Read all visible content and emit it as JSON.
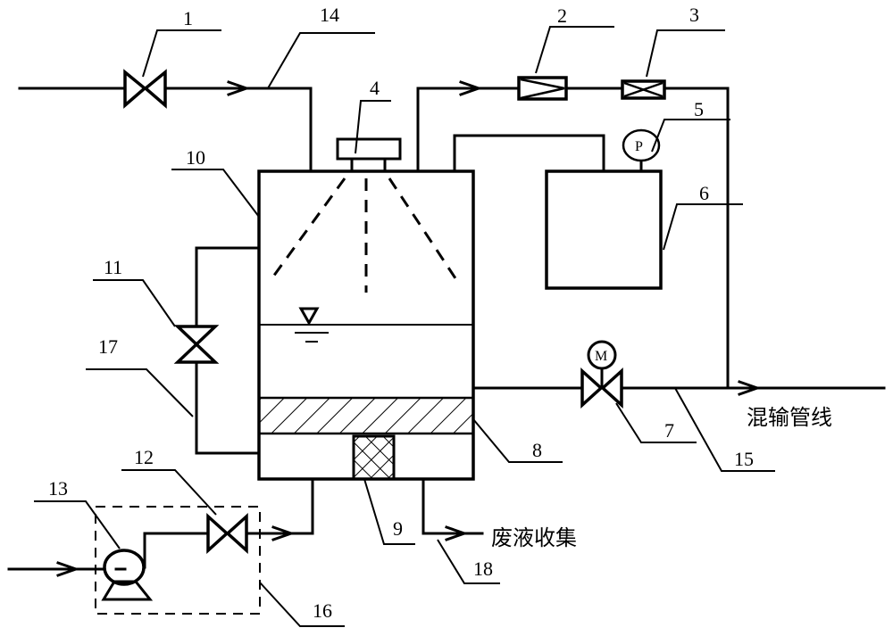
{
  "diagram": {
    "type": "process-flow-schematic",
    "component_labels": [
      "1",
      "2",
      "3",
      "4",
      "5",
      "6",
      "7",
      "8",
      "9",
      "10",
      "11",
      "12",
      "13",
      "14",
      "15",
      "16",
      "17",
      "18"
    ],
    "text_labels": {
      "mixed_pipeline": "混输管线",
      "waste_collection": "废液收集"
    },
    "instruments": {
      "pressure_gauge": "P",
      "motor_valve": "M"
    },
    "labels": {
      "l1": "1",
      "l2": "2",
      "l3": "3",
      "l4": "4",
      "l5": "5",
      "l6": "6",
      "l7": "7",
      "l8": "8",
      "l9": "9",
      "l10": "10",
      "l11": "11",
      "l12": "12",
      "l13": "13",
      "l14": "14",
      "l15": "15",
      "l16": "16",
      "l17": "17",
      "l18": "18"
    },
    "colors": {
      "line": "#000000",
      "background": "#ffffff"
    }
  }
}
